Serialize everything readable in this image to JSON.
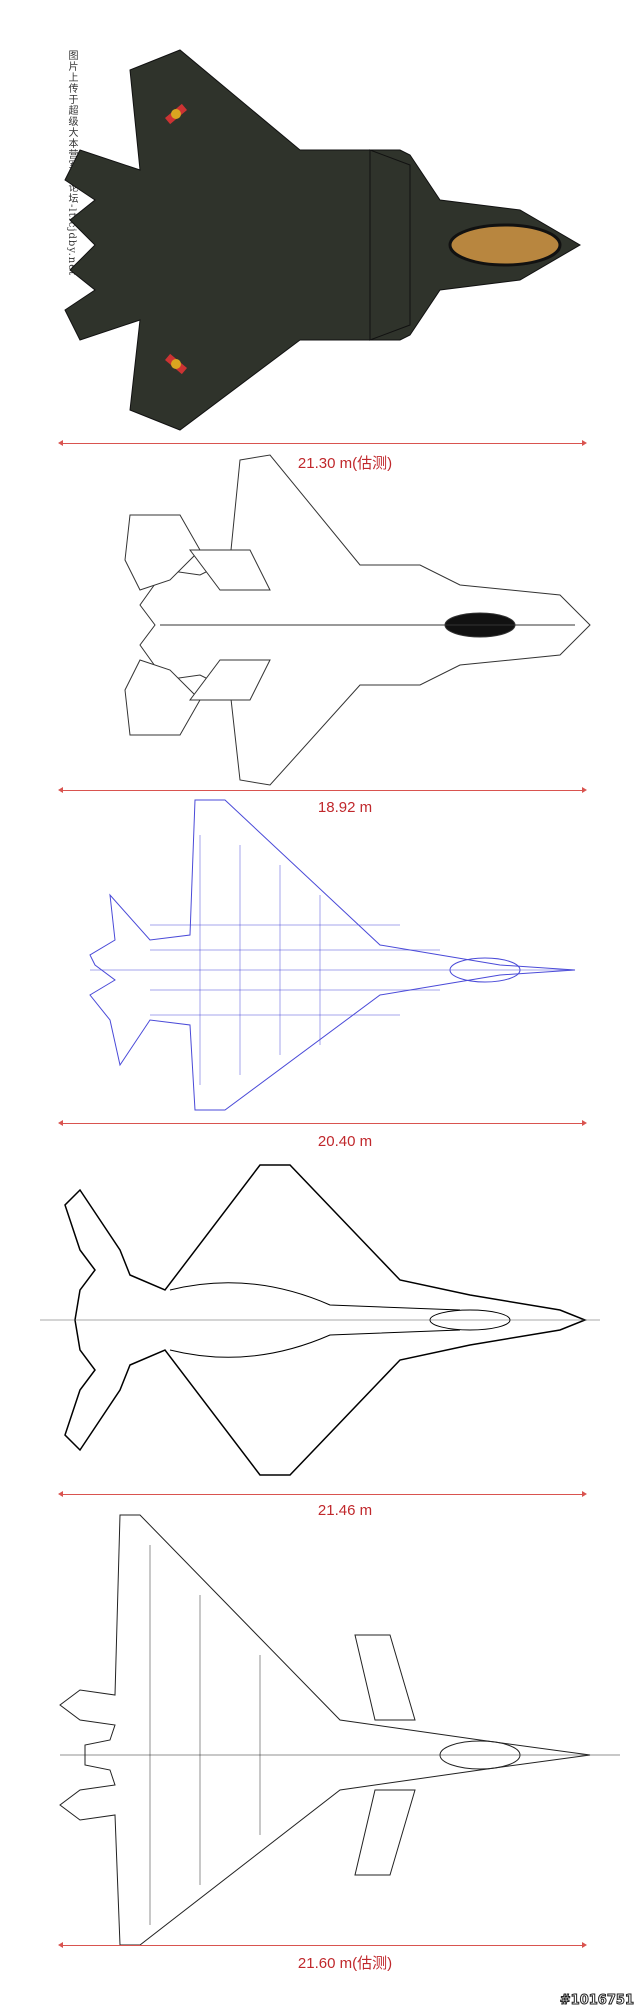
{
  "credit_text": "图片上传于超级大本营军事论坛-lt.cjdby.net",
  "drawings": [
    {
      "name": "painted-top-view",
      "length_label": "21.30 m(估测)"
    },
    {
      "name": "line-drawing-top-view",
      "length_label": "18.92 m"
    },
    {
      "name": "blue-wireframe-top-view",
      "length_label": "20.40 m"
    },
    {
      "name": "outline-top-view",
      "length_label": "21.46 m"
    },
    {
      "name": "detailed-line-top-view",
      "length_label": "21.60 m(估测)"
    }
  ],
  "watermark": "#1016751",
  "colors": {
    "dim": "#c0282c",
    "camo": "#2f332b",
    "canopy": "#b8863f",
    "wire": "#4a4ad8"
  }
}
